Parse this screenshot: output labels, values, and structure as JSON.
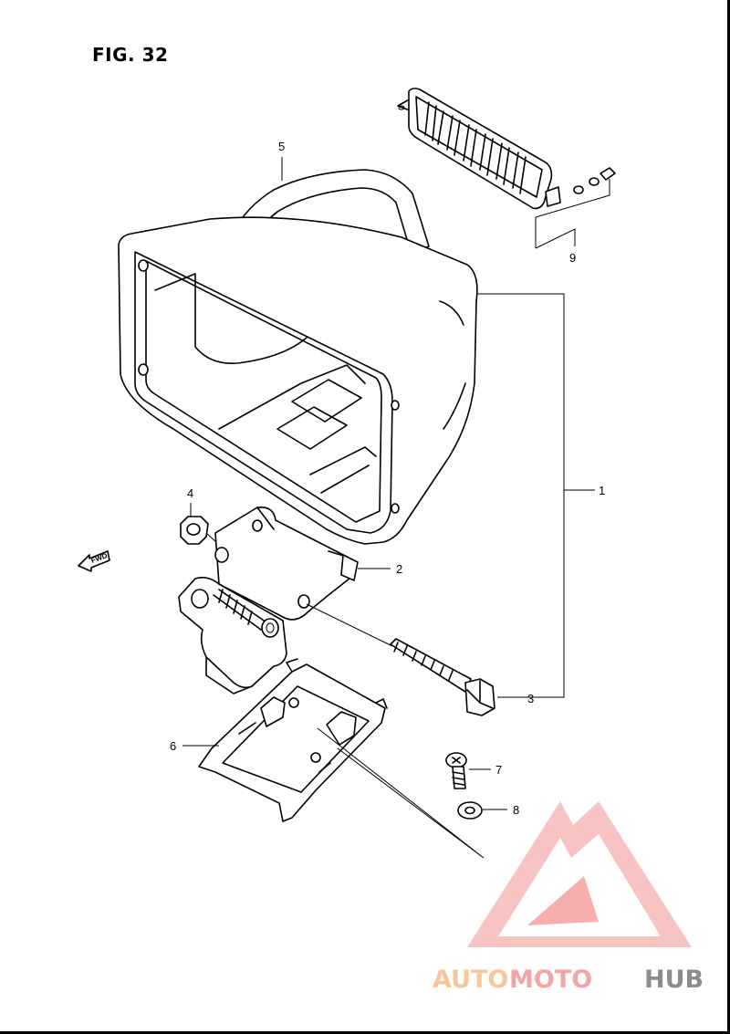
{
  "figure": {
    "title": "FIG. 32"
  },
  "direction": {
    "label": "FWD"
  },
  "callouts": [
    {
      "id": "callout-1",
      "text": "1"
    },
    {
      "id": "callout-2",
      "text": "2"
    },
    {
      "id": "callout-3",
      "text": "3"
    },
    {
      "id": "callout-4",
      "text": "4"
    },
    {
      "id": "callout-5",
      "text": "5"
    },
    {
      "id": "callout-6",
      "text": "6"
    },
    {
      "id": "callout-7",
      "text": "7"
    },
    {
      "id": "callout-8",
      "text": "8"
    },
    {
      "id": "callout-9",
      "text": "9"
    }
  ],
  "watermark": {
    "part1": "AUTO",
    "part2": "MOTO",
    "part3": "HUB",
    "colors": {
      "part1": "#f7c69a",
      "part2": "#f4a4a4",
      "part3": "#8c8c8c",
      "logo": "#f49a9a"
    }
  }
}
